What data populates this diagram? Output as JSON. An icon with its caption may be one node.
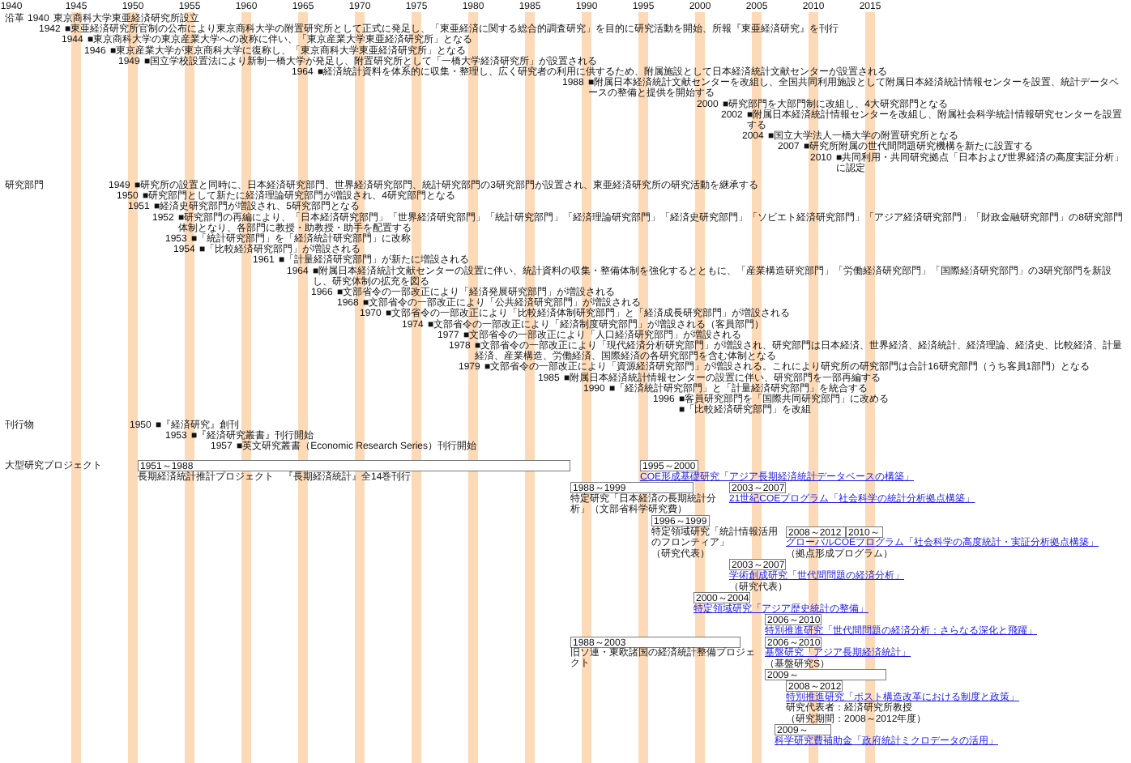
{
  "diagram": {
    "labels": [
      "1940",
      "1945",
      "1950",
      "1955",
      "1960",
      "1965",
      "1970",
      "1975",
      "1980",
      "1985",
      "1990",
      "1995",
      "2000",
      "2005",
      "2010",
      "2015",
      "沿革",
      "1940",
      "東京商科大学東亜経済研究所設立",
      "1942",
      "■東亜経済研究所官制の公布により東京商科大学の附置研究所として正式に発足し、「東亜経済に関する総合的調査研究」を目的に研究活動を開始、所報『東亜経済研究』を刊行",
      "1944",
      "■東京商科大学の東京産業大学への改称に伴い、「東京産業大学東亜経済研究所」となる",
      "1946",
      "■東京産業大学が東京商科大学に復称し、「東京商科大学東亜経済研究所」となる",
      "1949",
      "■国立学校設置法により新制一橋大学が発足し、附置研究所として「一橋大学経済研究所」が設置される",
      "1964",
      "■経済統計資料を体系的に収集・整理し、広く研究者の利用に供するため、附属施設として日本経済統計文献センターが設置される",
      "1988",
      "■附属日本経済統計文献センターを改組し、全国共同利用施設として附属日本経済統計情報センターを設置、統計データベースの整備と提供を開始する",
      "2000",
      "■研究部門を大部門制に改組し、4大研究部門となる",
      "2002",
      "■附属日本経済統計情報センターを改組し、附属社会科学統計情報研究センターを設置する",
      "2004",
      "■国立大学法人一橋大学の附置研究所となる",
      "2007",
      "■研究所附属の世代間問題研究機構を新たに設置する",
      "2010",
      "■共同利用・共同研究拠点「日本および世界経済の高度実証分析」に認定",
      "研究部門",
      "1949",
      "■研究所の設置と同時に、日本経済研究部門、世界経済研究部門、統計研究部門の3研究部門が設置され、東亜経済研究所の研究活動を継承する",
      "1950",
      "■研究部門として新たに経済理論研究部門が増設され、4研究部門となる",
      "1951",
      "■経済史研究部門が増設され、5研究部門となる",
      "1952",
      "■研究部門の再編により、「日本経済研究部門」「世界経済研究部門」「統計研究部門」「経済理論研究部門」「経済史研究部門」「ソビエト経済研究部門」「アジア経済研究部門」「財政金融研究部門」の8研究部門体制となり、各部門に教授・助教授・助手を配置する",
      "1953",
      "■「統計研究部門」を「経済統計研究部門」に改称",
      "1954",
      "■「比較経済研究部門」が増設される",
      "1961",
      "■「計量経済研究部門」が新たに増設される",
      "1964",
      "■附属日本経済統計文献センターの設置に伴い、統計資料の収集・整備体制を強化するとともに、「産業構造研究部門」「労働経済研究部門」「国際経済研究部門」の3研究部門を新設し、研究体制の拡充を図る",
      "1966",
      "■文部省令の一部改正により「経済発展研究部門」が増設される",
      "1968",
      "■文部省令の一部改正により「公共経済研究部門」が増設される",
      "1970",
      "■文部省令の一部改正により「比較経済体制研究部門」と「経済成長研究部門」が増設される",
      "1974",
      "■文部省令の一部改正により「経済制度研究部門」が増設される（客員部門）",
      "1977",
      "■文部省令の一部改正により「人口経済研究部門」が増設される",
      "1978",
      "■文部省令の一部改正により「現代経済分析研究部門」が増設され、研究部門は日本経済、世界経済、経済統計、経済理論、経済史、比較経済、計量経済、産業構造、労働経済、国際経済の各研究部門を含む体制となる",
      "1979",
      "■文部省令の一部改正により「資源経済研究部門」が増設される。これにより研究所の研究部門は合計16研究部門（うち客員1部門）となる",
      "1985",
      "■附属日本経済統計情報センターの設置に伴い、研究部門を一部再編する",
      "1990",
      "■「経済統計研究部門」と「計量経済研究部門」を統合する",
      "1996",
      "■客員研究部門を「国際共同研究部門」に改める",
      "■「比較経済研究部門」を改組",
      "刊行物",
      "1950",
      "■『経済研究』創刊",
      "1953",
      "■『経済研究叢書』刊行開始",
      "1957",
      "■英文研究叢書（Economic Research Series）刊行開始",
      "大型研究プロジェクト"
    ],
    "nodes": [
      {
        "text": [
          "1951～1988"
        ],
        "beside": [
          "長期経済統計推計プロジェクト　『長期経済統計』全14巻刊行"
        ]
      },
      {
        "text": [
          "1995～2000"
        ],
        "beside": [
          "COE形成基礎研究「アジア長期経済統計データベースの構築」"
        ]
      },
      {
        "text": [
          "1988～1999"
        ],
        "beside": [
          "特定研究「日本経済の長期統計分析」（文部省科学研究費）"
        ]
      },
      {
        "text": [
          "2003～2007"
        ],
        "beside": [
          "21世紀COEプログラム「社会科学の統計分析拠点構築」"
        ]
      },
      {
        "text": [
          "1996～1999"
        ],
        "beside": [
          "特定領域研究「統計情報活用のフロンティア」",
          "（研究代表）"
        ]
      },
      {
        "text": [
          "2008～2012"
        ],
        "beside": [
          "グローバルCOEプログラム「社会科学の高度統計・実証分析拠点構築」",
          "（拠点形成プログラム）"
        ]
      },
      {
        "text": [
          "2010～"
        ]
      },
      {
        "text": [
          "2003～2007"
        ],
        "beside": [
          "学術創成研究「世代間問題の経済分析」",
          "（研究代表）"
        ]
      },
      {
        "text": [
          "2000～2004"
        ],
        "beside": [
          "特定領域研究「アジア歴史統計の整備」"
        ]
      },
      {
        "text": [
          "2006～2010"
        ],
        "beside": [
          "特別推進研究「世代間問題の経済分析：さらなる深化と飛躍」"
        ]
      },
      {
        "text": [
          "1988～2003"
        ],
        "beside": [
          "旧ソ連・東欧諸国の経済統計整備プロジェクト"
        ]
      },
      {
        "text": [
          "2006～2010"
        ],
        "beside": [
          "基盤研究「アジア長期経済統計」",
          "（基盤研究S）"
        ]
      },
      {
        "text": [
          "2009～"
        ]
      },
      {
        "text": [
          "2008～2012"
        ],
        "beside": [
          "特別推進研究「ポスト構造改革における制度と政策」",
          "研究代表者：経済研究所教授",
          "（研究期間：2008～2012年度）"
        ]
      },
      {
        "text": [
          "2009～"
        ],
        "beside": [
          "科学研究費補助金「政府統計ミクロデータの活用」"
        ]
      }
    ]
  }
}
